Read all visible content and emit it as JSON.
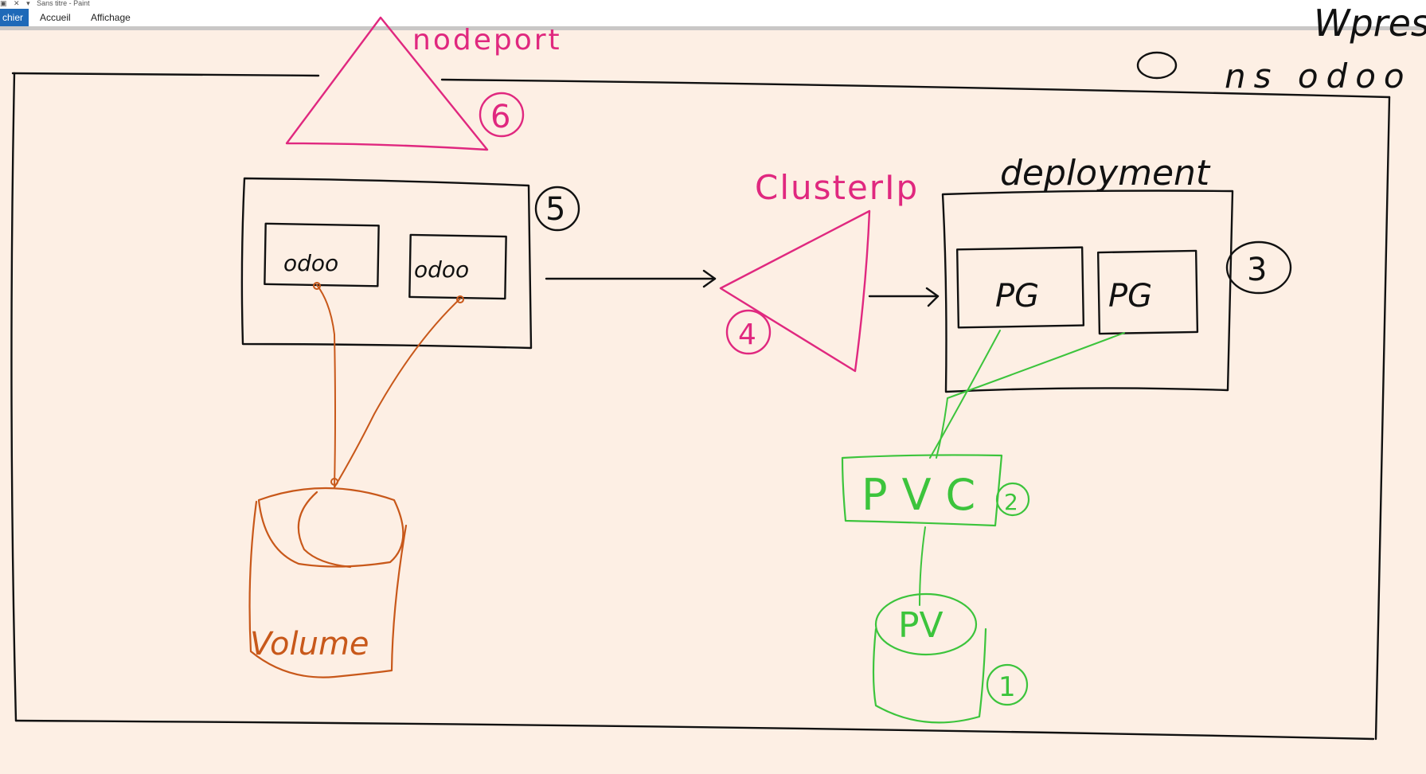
{
  "app": {
    "quick_access": [
      "save-icon",
      "undo-icon",
      "dropdown-icon"
    ],
    "doc_title": "Sans titre - Paint",
    "tabs": [
      {
        "label": "chier",
        "active": true
      },
      {
        "label": "Accueil",
        "active": false
      },
      {
        "label": "Affichage",
        "active": false
      }
    ]
  },
  "colors": {
    "background": "#fdefe4",
    "ink_black": "#111111",
    "ink_pink": "#e0287f",
    "ink_orange": "#c8581a",
    "ink_green": "#3cc43c",
    "file_tab": "#1e69b8"
  },
  "diagram": {
    "corner_note": "Wpress",
    "namespace_label": "ns odoo",
    "nodeport_label": "nodeport",
    "nodeport_num": "6",
    "clusterip_label": "ClusterIp",
    "clusterip_num": "4",
    "odoo_pod_num": "5",
    "odoo_box1": "odoo",
    "odoo_box2": "odoo",
    "deployment_label": "deployment",
    "deployment_num": "3",
    "pg_box1": "PG",
    "pg_box2": "PG",
    "pvc_label": "PVC",
    "pvc_num": "2",
    "pv_label": "PV",
    "pv_num": "1",
    "volume_label": "Volume"
  }
}
